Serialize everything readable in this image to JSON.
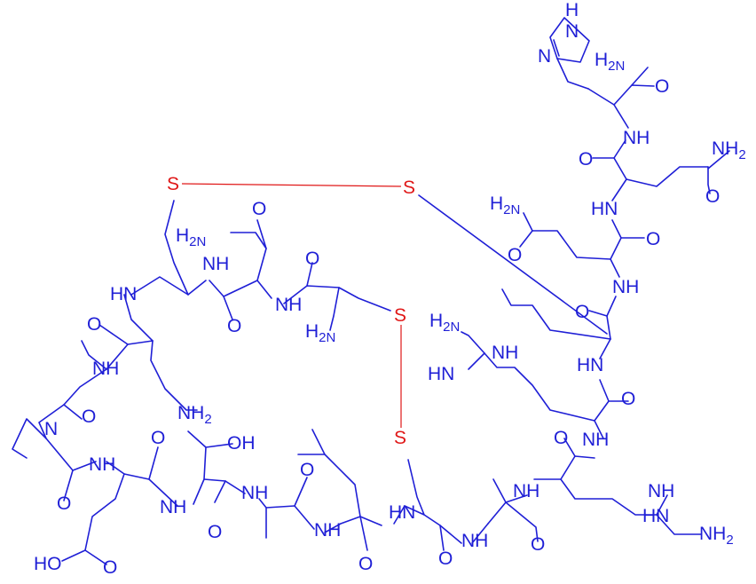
{
  "colors": {
    "bond": "#1f1fd6",
    "heteroatom": "#1f1fd6",
    "sulfur": "#e01818",
    "disulfide": "#e01818",
    "background": "#ffffff"
  },
  "atom_labels": [
    {
      "id": "his-nh",
      "text": "H",
      "sub": "N"
    },
    {
      "id": "his-n",
      "text": "N"
    },
    {
      "id": "cterm-amide",
      "text": "H",
      "sub": "2N"
    },
    {
      "id": "his-co-o",
      "text": "O"
    },
    {
      "id": "his-peptide-nh",
      "text": "NH"
    },
    {
      "id": "gln1-amide-nh2",
      "text": "NH",
      "sub": "2"
    },
    {
      "id": "gln1-co-o",
      "text": "O"
    },
    {
      "id": "gln1-side-o",
      "text": "O"
    },
    {
      "id": "s-top-left",
      "text": "S"
    },
    {
      "id": "s-top-right",
      "text": "S"
    },
    {
      "id": "gln2-amide-h2n",
      "text": "H",
      "sub": "2N"
    },
    {
      "id": "gln1-peptide-hn",
      "text": "HN"
    },
    {
      "id": "gln2-co-o",
      "text": "O"
    },
    {
      "id": "asn-side-o",
      "text": "O"
    },
    {
      "id": "asn-amide-h2n",
      "text": "H",
      "sub": "2N"
    },
    {
      "id": "gln2-side-o",
      "text": "O"
    },
    {
      "id": "gln2-peptide-nh",
      "text": "NH"
    },
    {
      "id": "cys-co-o",
      "text": "O"
    },
    {
      "id": "lys-peptide-hn",
      "text": "HN"
    },
    {
      "id": "cys1-peptide-nh",
      "text": "NH"
    },
    {
      "id": "asn-peptide-nh",
      "text": "NH"
    },
    {
      "id": "s-mid-upper",
      "text": "S"
    },
    {
      "id": "arg1-h2n",
      "text": "H",
      "sub": "2N"
    },
    {
      "id": "ala1-co-o",
      "text": "O"
    },
    {
      "id": "cys1-co-o",
      "text": "O"
    },
    {
      "id": "asn-co-o",
      "text": "O"
    },
    {
      "id": "cys-nterm-nh2",
      "text": "H",
      "sub": "2N"
    },
    {
      "id": "arg1-nh",
      "text": "NH"
    },
    {
      "id": "arg1-hn",
      "text": "HN"
    },
    {
      "id": "arg2-peptide-hn",
      "text": "HN"
    },
    {
      "id": "ala1-peptide-nh",
      "text": "NH"
    },
    {
      "id": "arg2-co-o",
      "text": "O"
    },
    {
      "id": "lys-nh2",
      "text": "NH",
      "sub": "2"
    },
    {
      "id": "pro-co-o",
      "text": "O"
    },
    {
      "id": "pro-n",
      "text": "N"
    },
    {
      "id": "thr-oh",
      "text": "OH"
    },
    {
      "id": "s-mid-lower",
      "text": "S"
    },
    {
      "id": "arg3-peptide-nh",
      "text": "NH"
    },
    {
      "id": "arg3-co-o",
      "text": "O"
    },
    {
      "id": "glu-peptide-nh",
      "text": "NH"
    },
    {
      "id": "glu-co-o",
      "text": "O"
    },
    {
      "id": "ala2-peptide-nh",
      "text": "NH"
    },
    {
      "id": "ala2-co-o",
      "text": "O"
    },
    {
      "id": "arg3-side-nh",
      "text": "NH"
    },
    {
      "id": "thr-peptide-nh",
      "text": "NH"
    },
    {
      "id": "cys2-peptide-hn",
      "text": "HN"
    },
    {
      "id": "ala3-peptide-nh",
      "text": "NH"
    },
    {
      "id": "arg2-side-hn",
      "text": "HN"
    },
    {
      "id": "arg3-nh2",
      "text": "NH",
      "sub": "2"
    },
    {
      "id": "pro-co-o2",
      "text": "O"
    },
    {
      "id": "thr-co-o",
      "text": "O"
    },
    {
      "id": "leu-peptide-nh",
      "text": "NH"
    },
    {
      "id": "cys2-co-o",
      "text": "O"
    },
    {
      "id": "ala3-co-o",
      "text": "O"
    },
    {
      "id": "glu-side-oh",
      "text": "HO"
    },
    {
      "id": "glu-side-o",
      "text": "O"
    },
    {
      "id": "leu-co-o",
      "text": "O"
    },
    {
      "id": "cys2-nh",
      "text": "NH"
    }
  ]
}
